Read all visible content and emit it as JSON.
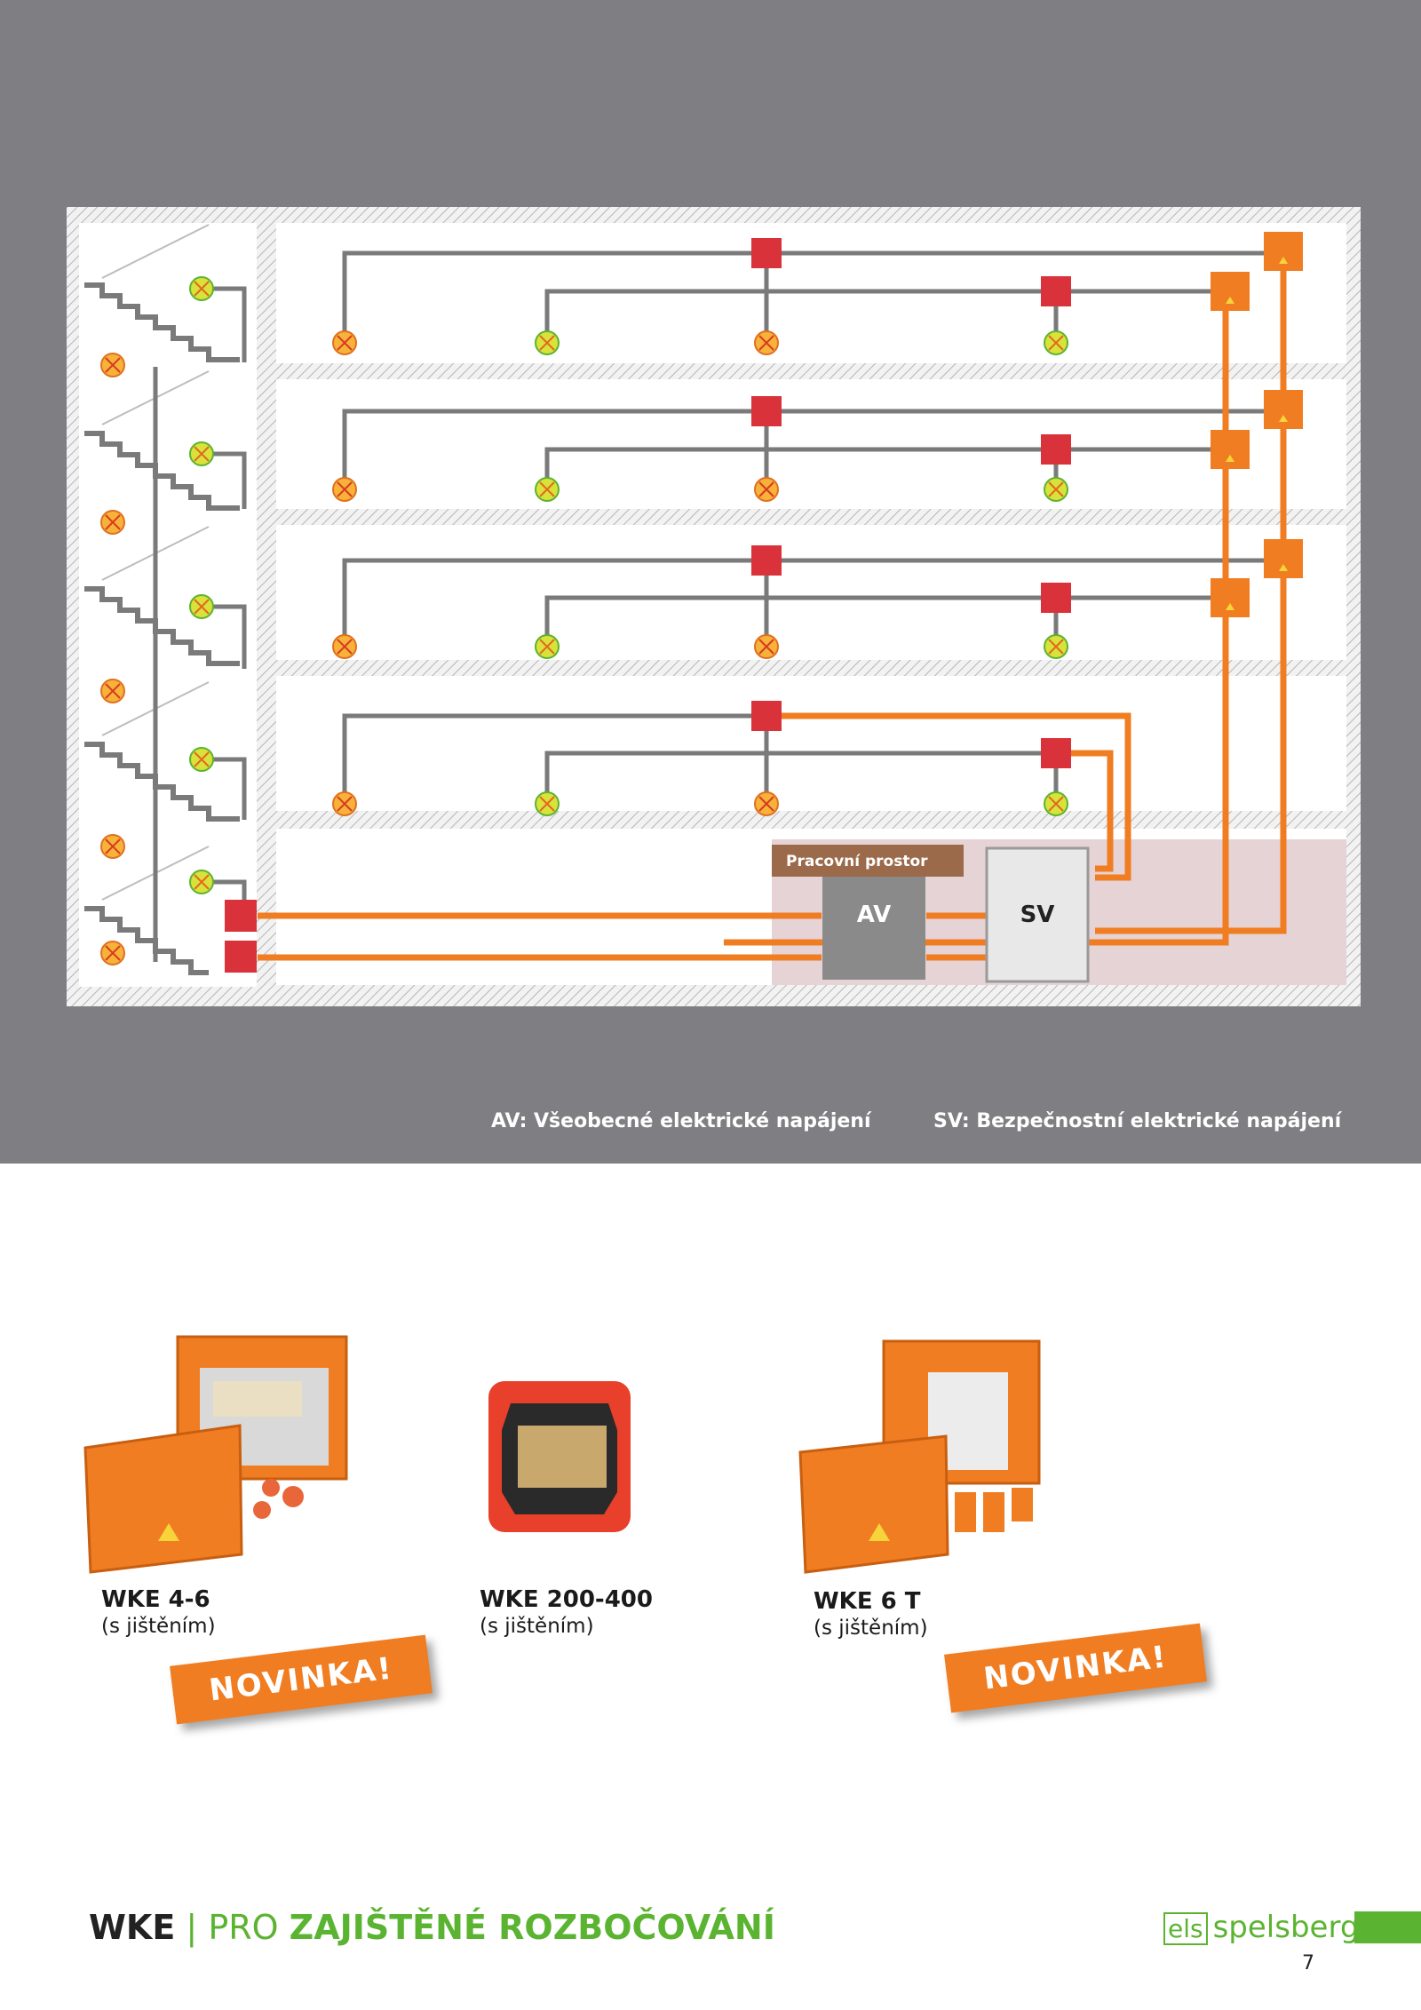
{
  "diagram": {
    "workspace_label": "Pracovní prostor",
    "av_label": "AV",
    "sv_label": "SV"
  },
  "legend": {
    "av": "AV: Všeobecné elektrické napájení",
    "sv": "SV: Bezpečnostní elektrické napájení"
  },
  "products": [
    {
      "name": "WKE 4-6",
      "sub": "(s jištěním)",
      "badge": "NOVINKA!"
    },
    {
      "name": "WKE 200-400",
      "sub": "(s jištěním)"
    },
    {
      "name": "WKE 6 T",
      "sub": "(s jištěním)",
      "badge": "NOVINKA!"
    }
  ],
  "footer": {
    "brand": "WKE",
    "separator": "|",
    "pro": "PRO",
    "title": "ZAJIŠTĚNÉ ROZBOČOVÁNÍ",
    "logo_box": "els",
    "logo_text": "spelsberg",
    "page_number": "7"
  },
  "colors": {
    "background_top": "#7f7f83",
    "orange": "#f07d22",
    "red_box": "#d9323a",
    "green": "#5bb431",
    "lamp_yellow": "#f7d43a"
  }
}
